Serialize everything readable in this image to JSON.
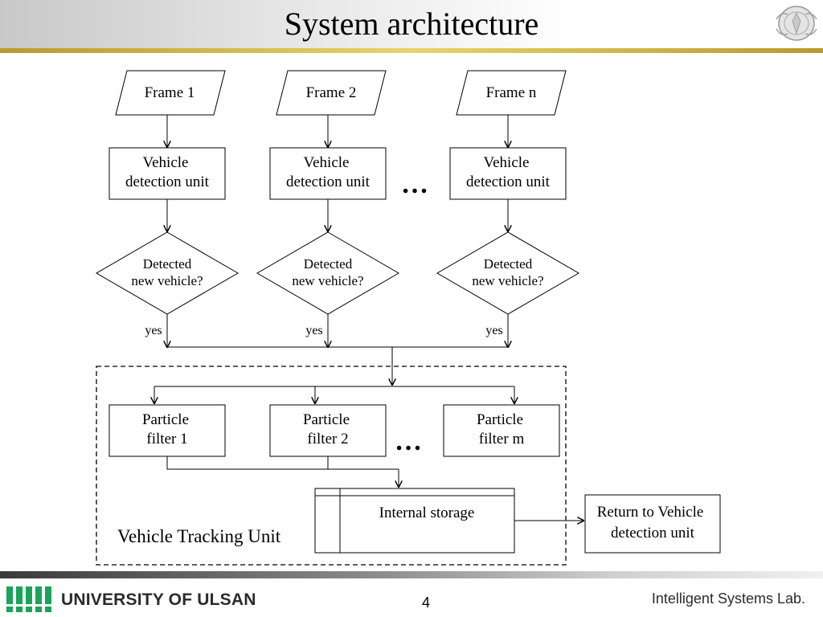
{
  "slide": {
    "title": "System architecture",
    "page_number": "4",
    "university": "UNIVERSITY OF ULSAN",
    "lab": "Intelligent Systems Lab."
  },
  "diagram": {
    "frames": [
      "Frame 1",
      "Frame 2",
      "Frame n"
    ],
    "detection_unit": [
      "Vehicle",
      "detection unit"
    ],
    "decision": [
      "Detected",
      "new vehicle?"
    ],
    "yes_label": "yes",
    "ellipsis": "…",
    "filters": [
      [
        "Particle",
        "filter 1"
      ],
      [
        "Particle",
        "filter 2"
      ],
      [
        "Particle",
        "filter m"
      ]
    ],
    "storage": "Internal storage",
    "tracking_unit": "Vehicle Tracking Unit",
    "return_box": [
      "Return to Vehicle",
      "detection unit"
    ]
  },
  "colors": {
    "header_line": "#d4b84a",
    "footer_dark": "#3a3a3a",
    "logo_green": "#1aa35a"
  }
}
